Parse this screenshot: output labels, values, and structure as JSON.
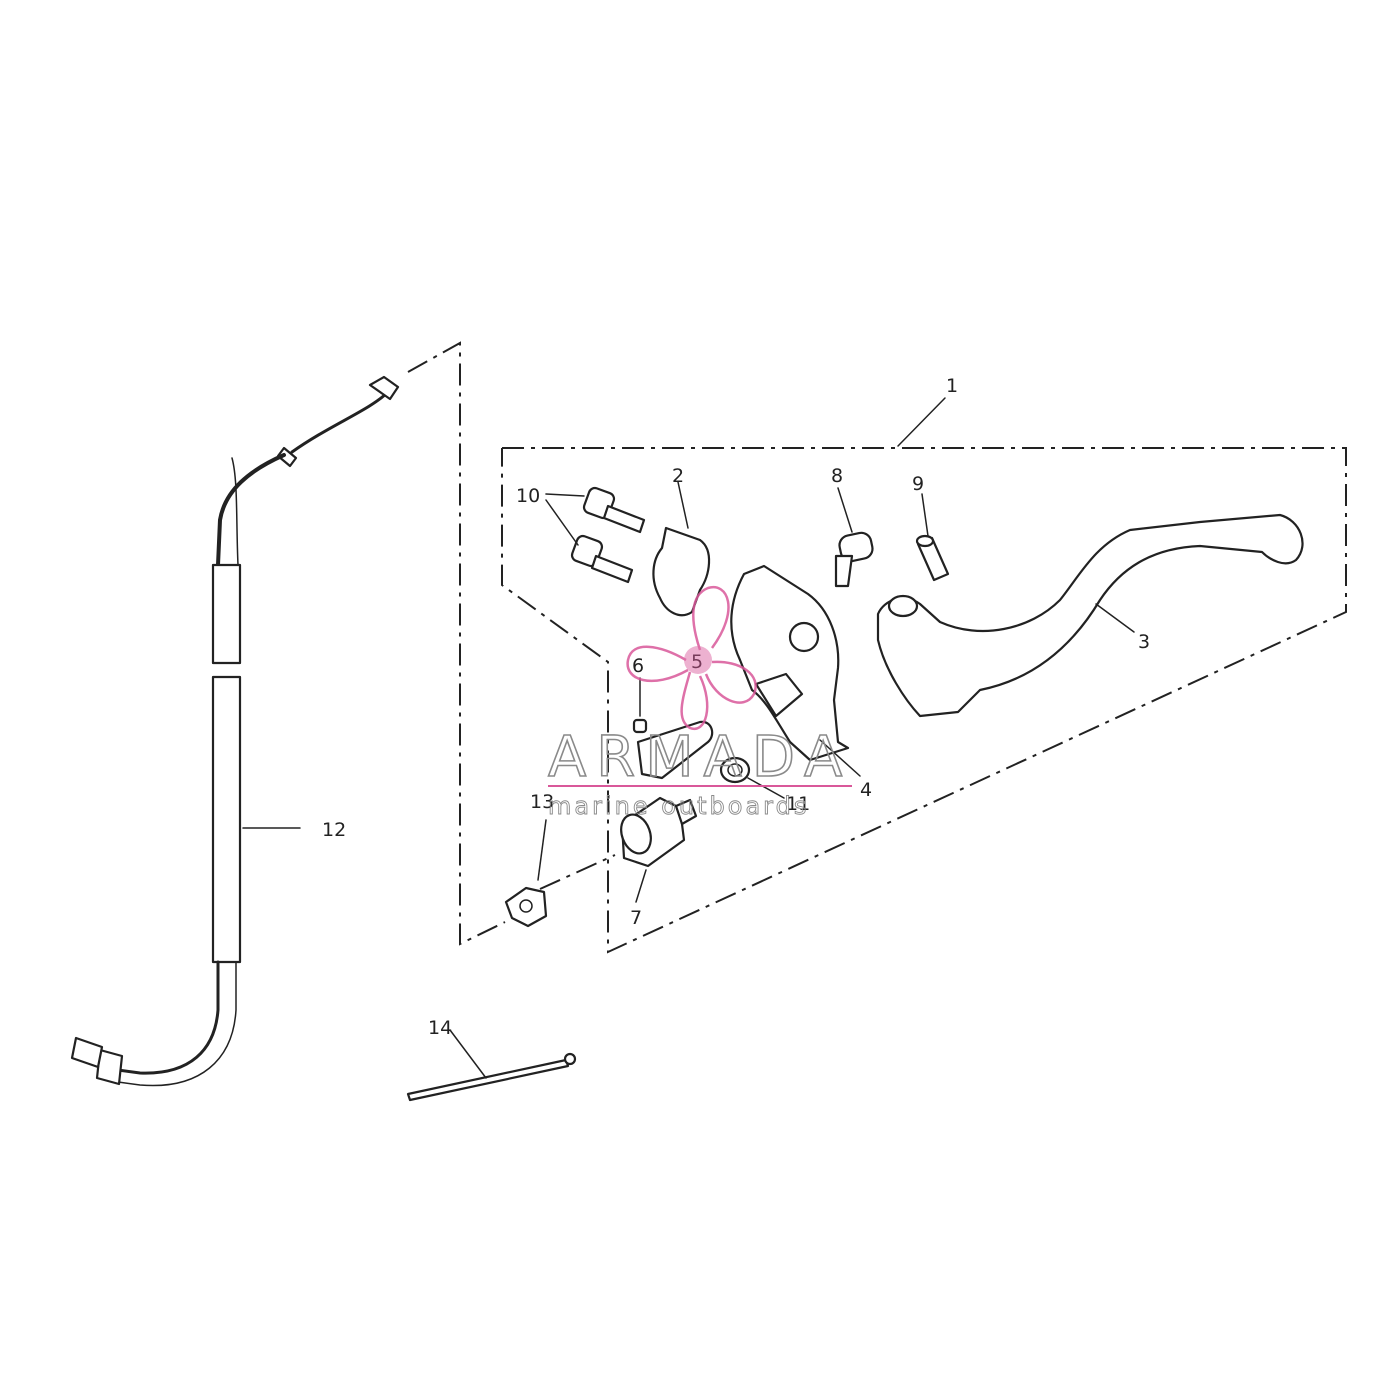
{
  "callouts": {
    "c1": "1",
    "c2": "2",
    "c3": "3",
    "c4": "4",
    "c5": "5",
    "c6": "6",
    "c7": "7",
    "c8": "8",
    "c9": "9",
    "c10": "10",
    "c11": "11",
    "c12": "12",
    "c13": "13",
    "c14": "14"
  },
  "watermark": {
    "title": "ARMADA",
    "subtitle": "marine outboards",
    "logo_accent": "#d9589a"
  },
  "colors": {
    "line": "#222222",
    "background": "#ffffff"
  }
}
